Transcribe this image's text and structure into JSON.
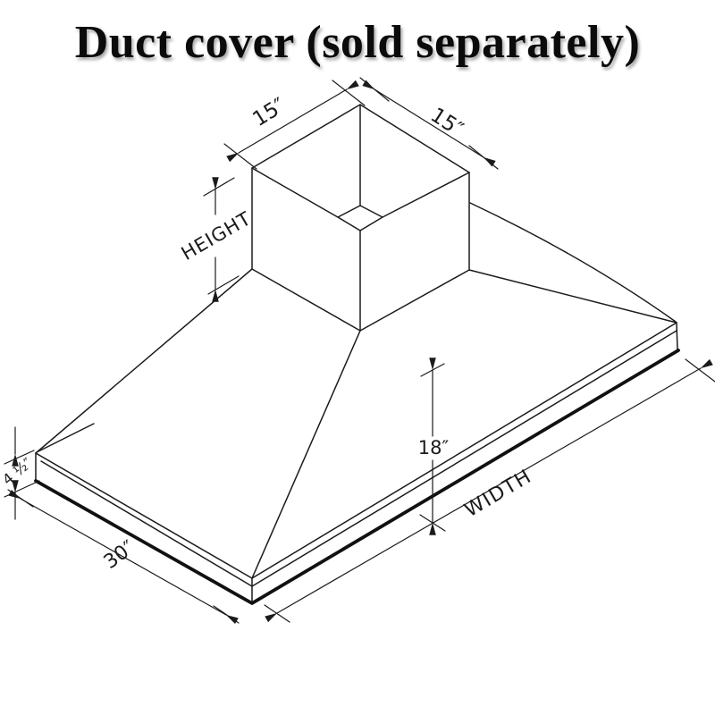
{
  "title": "Duct cover (sold separately)",
  "diagram": {
    "type": "isometric-technical-drawing",
    "subject": "range hood with duct cover chimney",
    "labels": {
      "duct_top_width": "15″",
      "duct_top_depth": "15″",
      "duct_cover_height": "HEIGHT",
      "hood_rise": "18″",
      "hood_width": "WIDTH",
      "hood_depth": "30″",
      "base_thickness": "4 ½″"
    },
    "colors": {
      "line": "#1b1b1b",
      "background": "#ffffff"
    }
  }
}
